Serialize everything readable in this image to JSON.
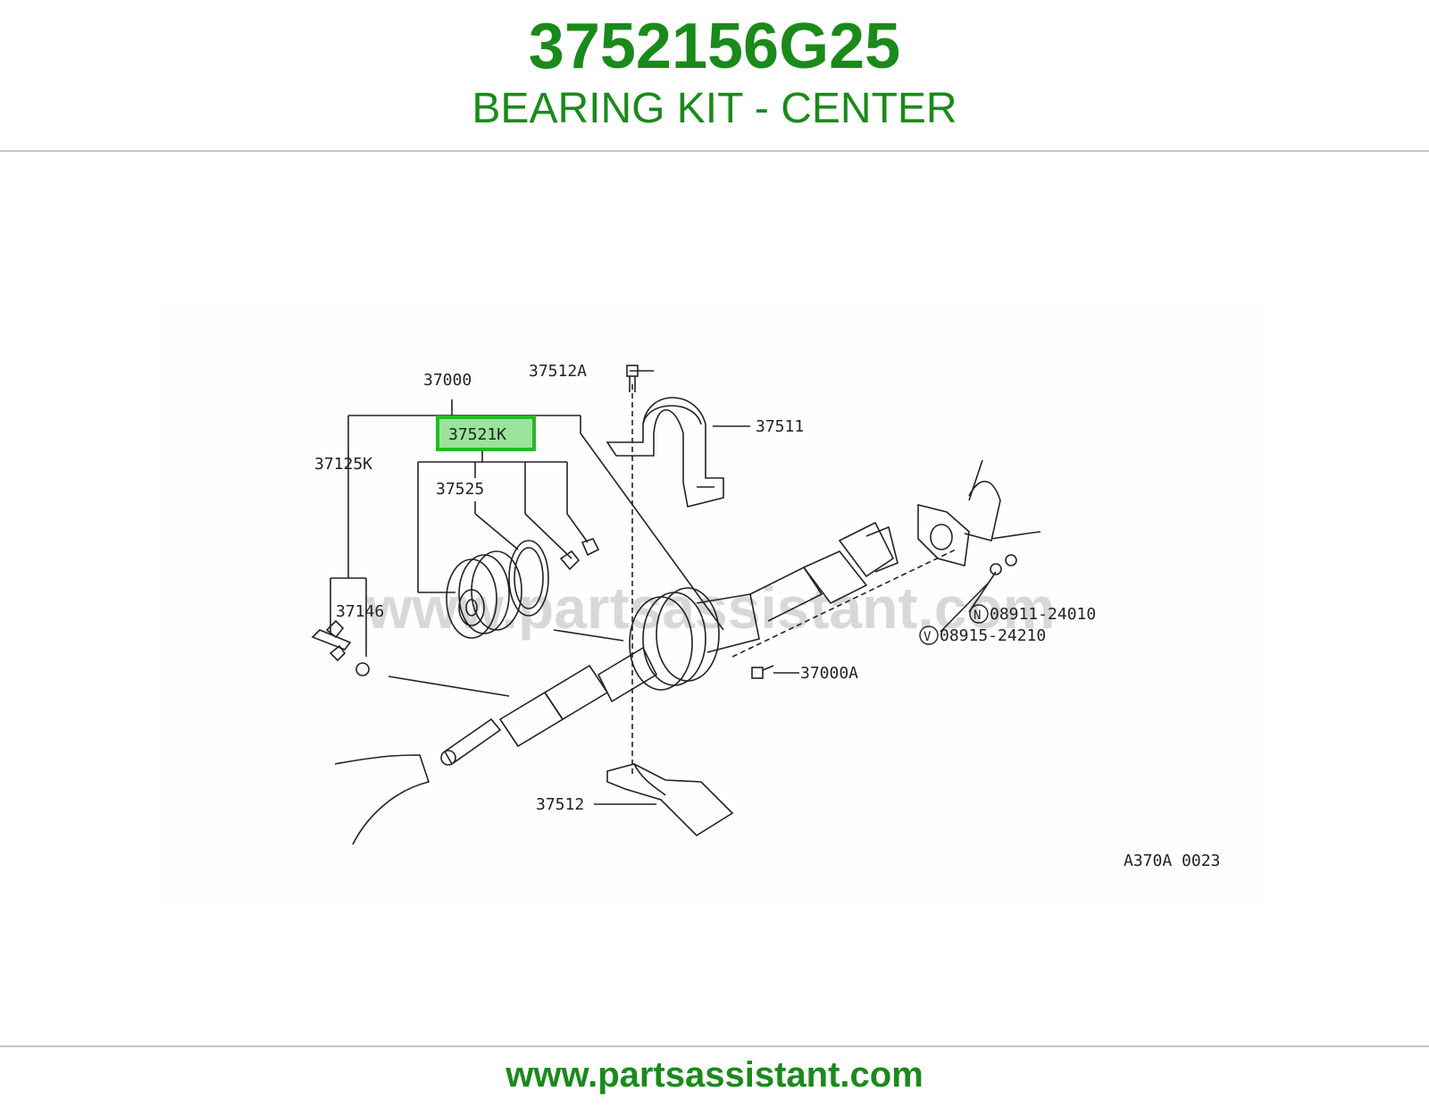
{
  "header": {
    "part_number": "3752156G25",
    "part_name": "BEARING KIT - CENTER"
  },
  "diagram": {
    "watermark": "www.partsassistant.com",
    "highlighted_part": "37521K",
    "labels": {
      "l37000": "37000",
      "l37512A": "37512A",
      "l37511": "37511",
      "l37521K": "37521K",
      "l37125K": "37125K",
      "l37525": "37525",
      "l37146": "37146",
      "lN": "N",
      "l08911": "08911-24010",
      "lV": "V",
      "l08915": "08915-24210",
      "l37000A": "37000A",
      "l37512": "37512",
      "code": "A370A 0023"
    },
    "highlight_color": "#22bb22",
    "highlight_fill": "#9be39b"
  },
  "footer": {
    "url": "www.partsassistant.com"
  }
}
